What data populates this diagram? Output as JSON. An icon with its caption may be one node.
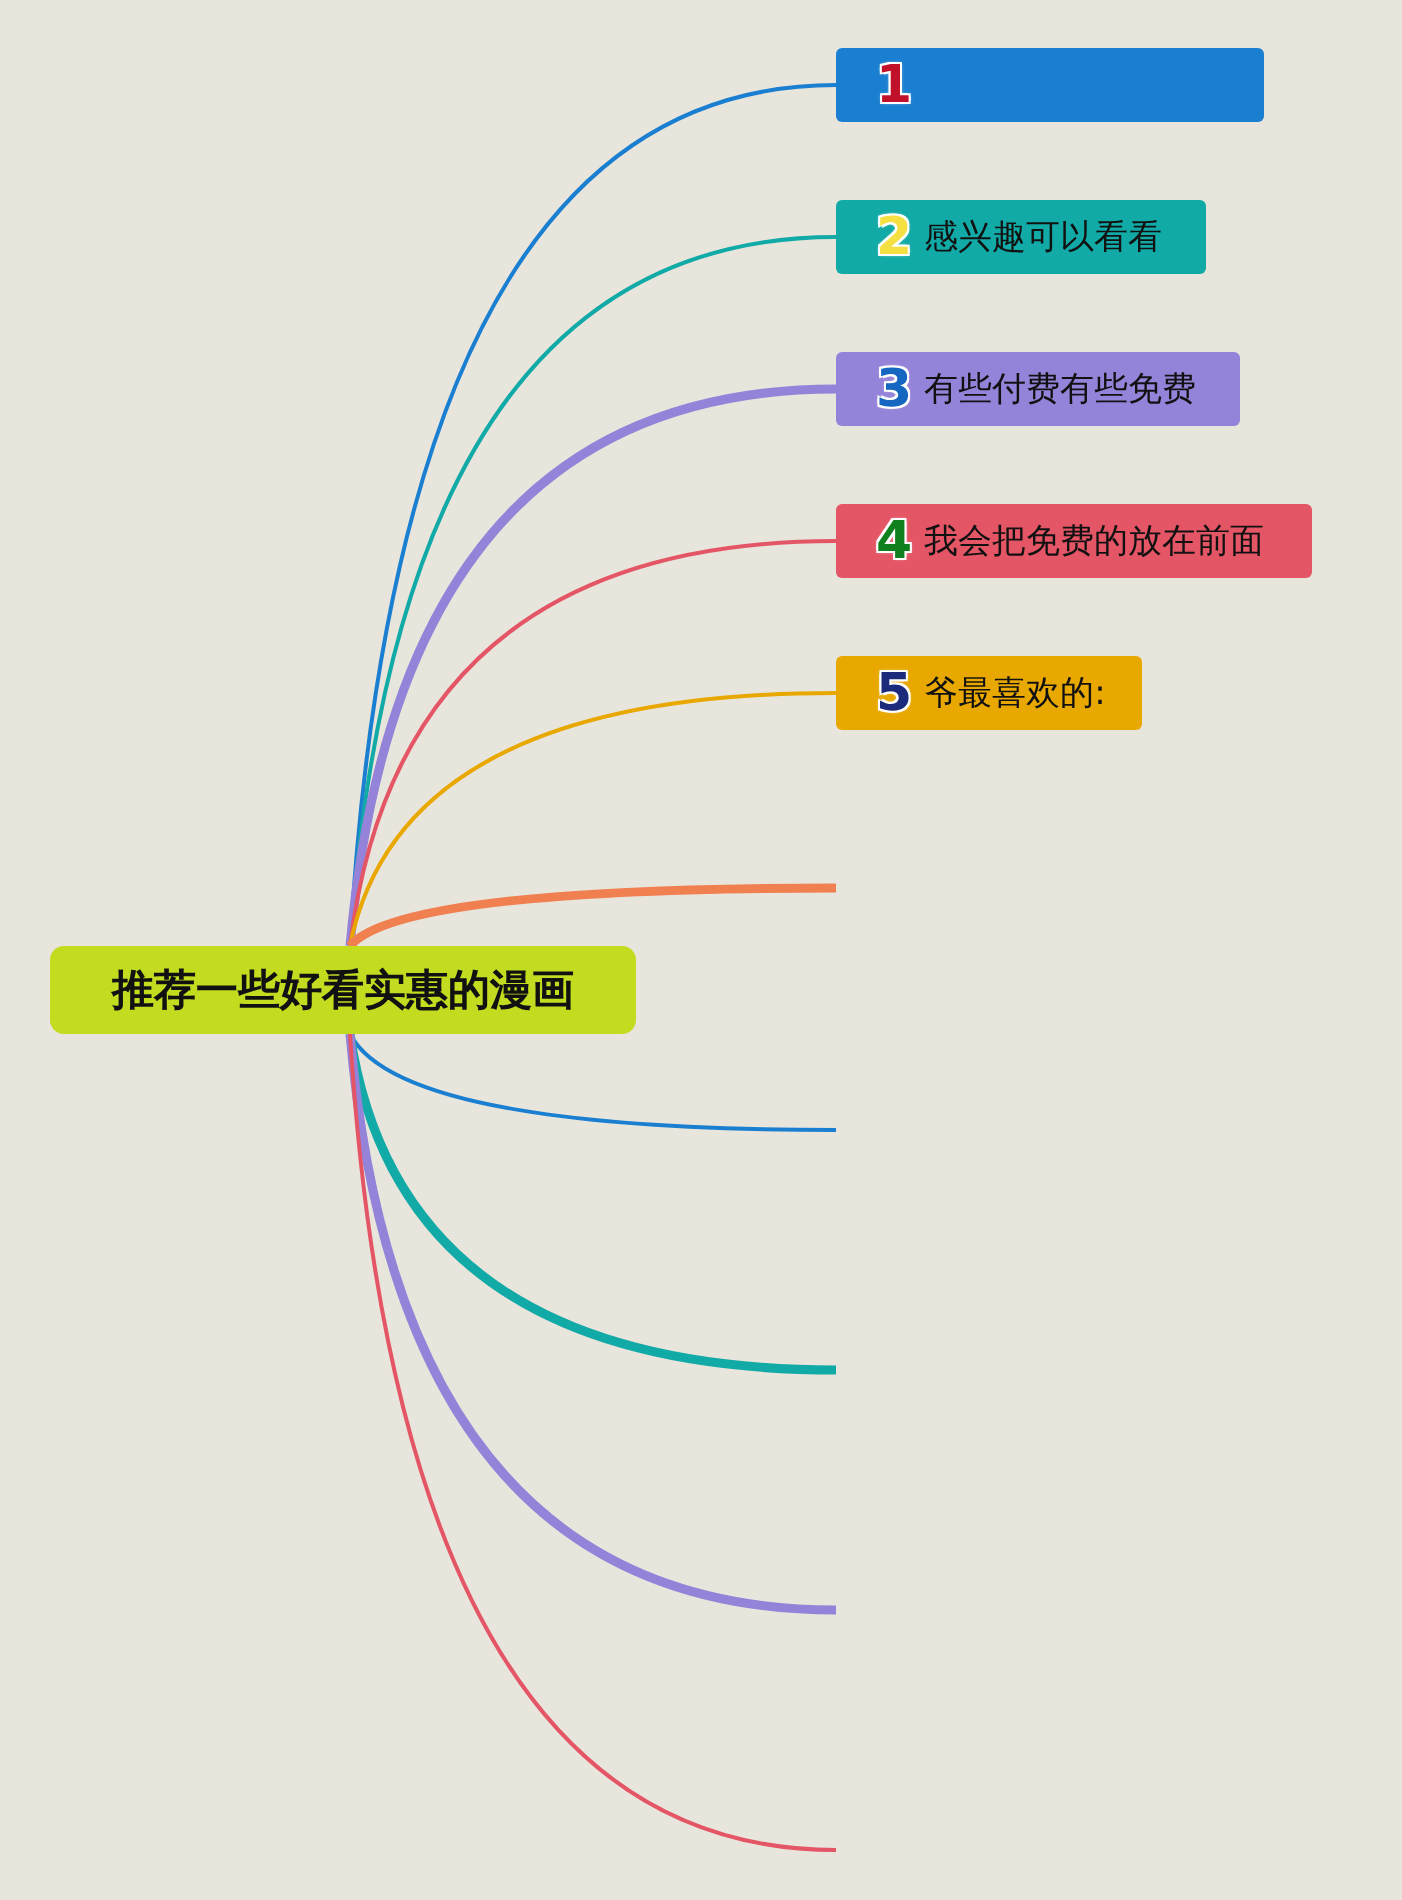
{
  "diagram": {
    "nodes": [
      {
        "text": [
          "推荐一些好看实惠的漫画"
        ]
      },
      {
        "text": [
          "1"
        ]
      },
      {
        "text": [
          "2",
          "感兴趣可以看看"
        ]
      },
      {
        "text": [
          "3",
          "有些付费有些免费"
        ]
      },
      {
        "text": [
          "4",
          "我会把免费的放在前面"
        ]
      },
      {
        "text": [
          "5",
          "爷最喜欢的:"
        ]
      }
    ],
    "edges": [
      {
        "from": 0,
        "to": 1,
        "arrow": "none",
        "color": "#1a7fd0"
      },
      {
        "from": 0,
        "to": 2,
        "arrow": "none",
        "color": "#12aaa6"
      },
      {
        "from": 0,
        "to": 3,
        "arrow": "none",
        "style": "thick",
        "color": "#9483d8"
      },
      {
        "from": 0,
        "to": 4,
        "arrow": "none",
        "color": "#e45566"
      },
      {
        "from": 0,
        "to": 5,
        "arrow": "none",
        "color": "#e8a800"
      },
      {
        "from": 0,
        "to": null,
        "arrow": "none",
        "style": "thick",
        "color": "#f08050"
      },
      {
        "from": 0,
        "to": null,
        "arrow": "none",
        "color": "#1a7fd0"
      },
      {
        "from": 0,
        "to": null,
        "arrow": "none",
        "style": "thick",
        "color": "#12aaa6"
      },
      {
        "from": 0,
        "to": null,
        "arrow": "none",
        "style": "thick",
        "color": "#9483d8"
      },
      {
        "from": 0,
        "to": null,
        "arrow": "none",
        "color": "#e45566"
      }
    ]
  }
}
